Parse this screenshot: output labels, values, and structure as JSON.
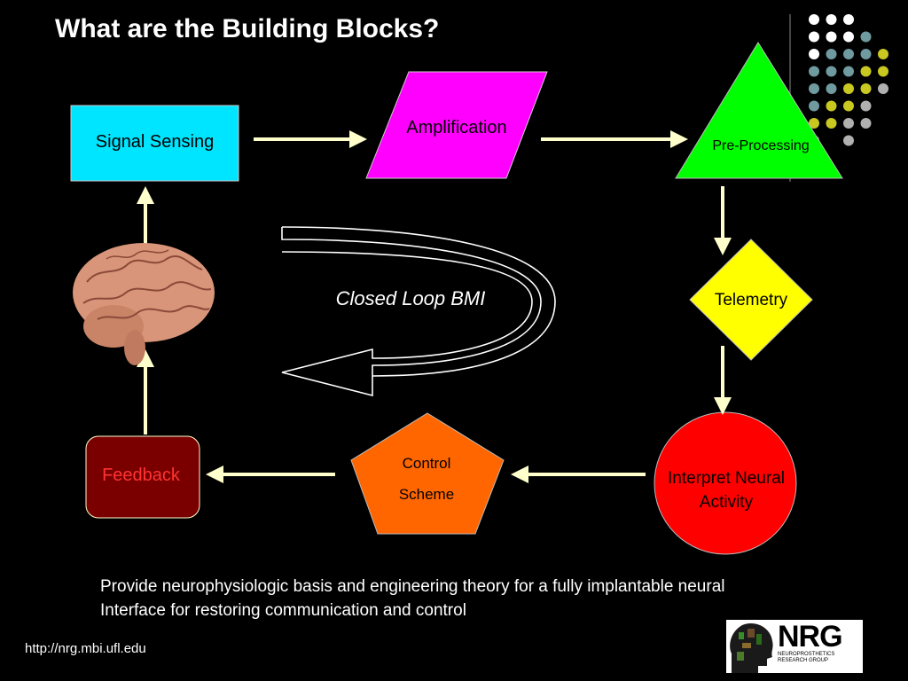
{
  "slide": {
    "title": "What are the Building Blocks?",
    "caption_line1": "Provide neurophysiologic basis and engineering theory for a fully implantable neural",
    "caption_line2": "Interface for restoring communication and control",
    "url": "http://nrg.mbi.ufl.edu"
  },
  "blocks": {
    "signal_sensing": "Signal Sensing",
    "amplification": "Amplification",
    "pre_processing": "Pre-Processing",
    "telemetry": "Telemetry",
    "interpret_line1": "Interpret Neural",
    "interpret_line2": "Activity",
    "control_line1": "Control",
    "control_line2": "Scheme",
    "feedback": "Feedback"
  },
  "loop": {
    "label": "Closed Loop BMI"
  },
  "logo": {
    "acronym": "NRG",
    "subtitle": "NEUROPROSTHETICS RESEARCH GROUP"
  },
  "colors": {
    "signal_sensing": "#00e5ff",
    "amplification": "#ff00ff",
    "pre_processing": "#00ff00",
    "telemetry": "#ffff00",
    "interpret": "#ff0000",
    "control": "#ff6600",
    "feedback": "#7a0000",
    "arrow": "#ffffcc",
    "dot_white": "#ffffff",
    "dot_teal": "#6f9aa0",
    "dot_yellow": "#c8c820",
    "dot_gray": "#b0b0b0"
  },
  "decor": {
    "dot_grid": [
      [
        "white",
        "white",
        "white",
        "",
        "",
        ""
      ],
      [
        "white",
        "white",
        "white",
        "teal",
        "",
        ""
      ],
      [
        "white",
        "teal",
        "teal",
        "teal",
        "yellow",
        ""
      ],
      [
        "teal",
        "teal",
        "teal",
        "yellow",
        "yellow",
        ""
      ],
      [
        "teal",
        "teal",
        "yellow",
        "yellow",
        "gray",
        ""
      ],
      [
        "teal",
        "yellow",
        "yellow",
        "gray",
        "",
        ""
      ],
      [
        "yellow",
        "yellow",
        "gray",
        "gray",
        "",
        ""
      ],
      [
        "gray",
        "",
        "gray",
        "",
        "",
        ""
      ]
    ]
  }
}
